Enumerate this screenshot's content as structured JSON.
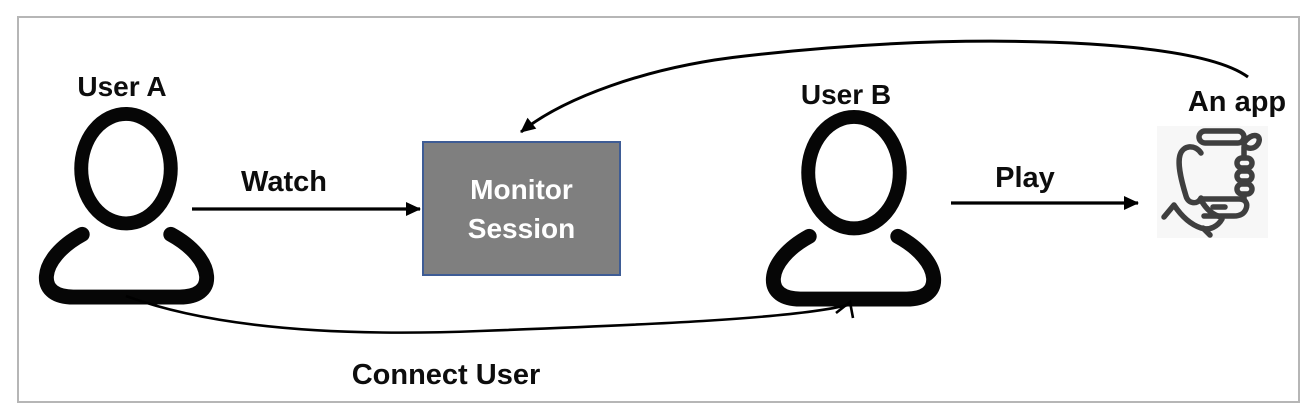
{
  "nodes": {
    "user_a": {
      "label": "User A",
      "icon": "person-icon"
    },
    "user_b": {
      "label": "User B",
      "icon": "person-icon"
    },
    "monitor_session": {
      "label": "Monitor Session",
      "fill": "#7f7f7f",
      "border_color": "#3e5c95",
      "text_color": "#ffffff"
    },
    "app": {
      "label": "An app",
      "icon": "hand-holding-phone-icon",
      "icon_color": "#3f3f3f"
    }
  },
  "edges": {
    "watch": {
      "label": "Watch",
      "from": "User A",
      "to": "Monitor Session",
      "style": "straight-arrow"
    },
    "play": {
      "label": "Play",
      "from": "User B",
      "to": "An app",
      "style": "straight-arrow"
    },
    "app_to_monitor": {
      "label": "",
      "from": "An app",
      "to": "Monitor Session",
      "style": "curved-arrow"
    },
    "connect_user": {
      "label": "Connect User",
      "from": "User A",
      "to": "User B",
      "style": "curved-arrow"
    }
  },
  "colors": {
    "arrow": "#000000",
    "label_text": "#0d0d0d",
    "person_icon": "#060606",
    "frame_border": "#b6b6b6",
    "background": "#ffffff"
  }
}
